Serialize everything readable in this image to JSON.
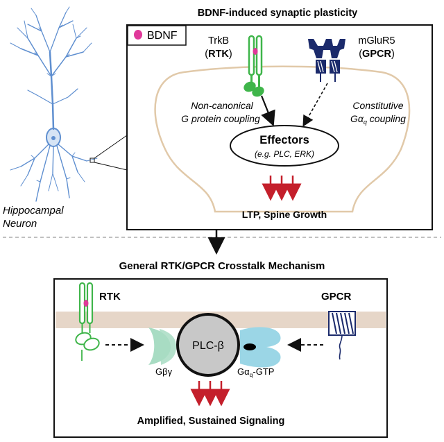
{
  "top_panel": {
    "title": "BDNF-induced synaptic plasticity",
    "legend_label": "BDNF",
    "receptor_left": {
      "name": "TrkB",
      "type": "RTK"
    },
    "receptor_right": {
      "name": "mGluR5",
      "type": "GPCR"
    },
    "left_coupling": {
      "line1": "Non-canonical",
      "line2": "G protein coupling"
    },
    "right_coupling": {
      "line1": "Constitutive",
      "line2_prefix": "G",
      "line2_greek": "α",
      "line2_sub": "q",
      "line2_suffix": " coupling"
    },
    "effectors": {
      "title": "Effectors",
      "examples": "(e.g. PLC, ERK)"
    },
    "outcome": "LTP, Spine Growth"
  },
  "neuron": {
    "label_line1": "Hippocampal",
    "label_line2": "Neuron"
  },
  "bottom_panel": {
    "title": "General RTK/GPCR Crosstalk Mechanism",
    "rtk_label": "RTK",
    "gpcr_label": "GPCR",
    "enzyme_label": "PLC-β",
    "gby_label": "Gβγ",
    "galpha": {
      "prefix": "G",
      "greek": "α",
      "sub": "q",
      "suffix": "-GTP"
    },
    "outcome": "Amplified, Sustained Signaling"
  },
  "colors": {
    "bdnf": "#e0389a",
    "trkb": "#3fb54a",
    "mglur5": "#1b2a6b",
    "arrow_red": "#c41f2b",
    "membrane": "#e6d6c8",
    "neuron": "#5f8fd0",
    "gby": "#a8dcc3",
    "galpha": "#9bd6e6",
    "plc": "#c8c8c8"
  }
}
